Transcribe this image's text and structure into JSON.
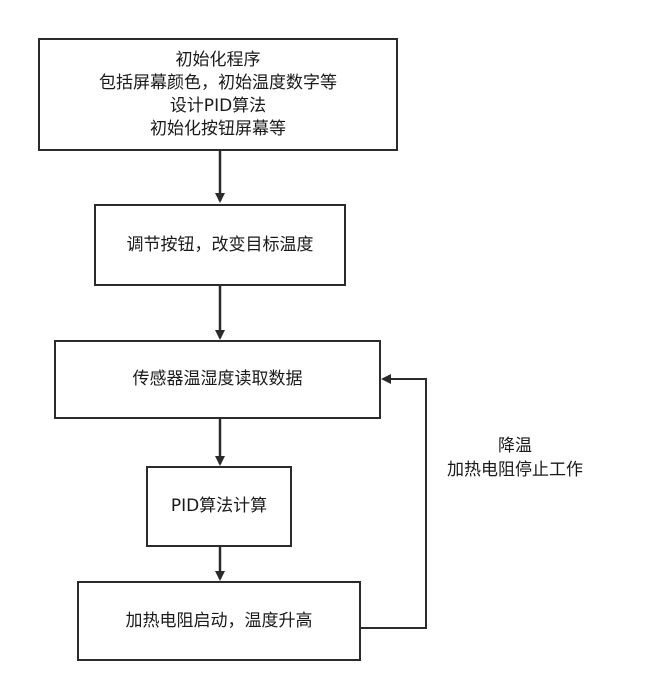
{
  "steps": {
    "init": {
      "lines": [
        "初始化程序",
        "包括屏幕颜色，初始温度数字等",
        "设计PID算法",
        "初始化按钮屏幕等"
      ]
    },
    "adjust": {
      "label": "调节按钮，改变目标温度"
    },
    "sensor": {
      "label": "传感器温湿度读取数据"
    },
    "pid": {
      "label": "PID算法计算"
    },
    "heat": {
      "label": "加热电阻启动，温度升高"
    }
  },
  "feedback": {
    "lines": [
      "降温",
      "加热电阻停止工作"
    ]
  },
  "colors": {
    "stroke": "#2b2b2b",
    "text": "#1a1a1a",
    "background": "#ffffff"
  }
}
